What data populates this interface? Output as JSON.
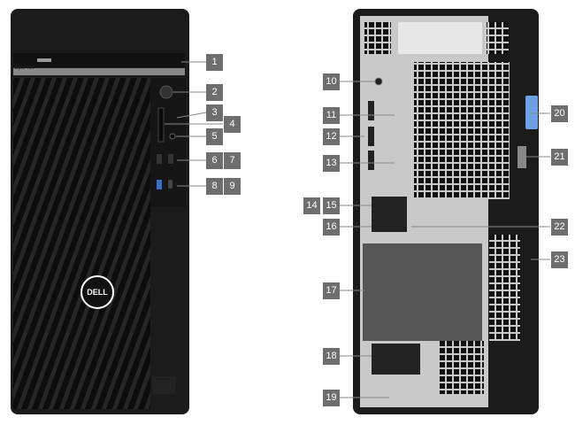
{
  "front": {
    "brand_label": "OptiPlex",
    "logo_text": "DELL"
  },
  "callouts": [
    "1",
    "2",
    "3",
    "4",
    "5",
    "6",
    "7",
    "8",
    "9",
    "10",
    "11",
    "12",
    "13",
    "14",
    "15",
    "16",
    "17",
    "18",
    "19",
    "20",
    "21",
    "22",
    "23"
  ],
  "colors": {
    "chassis": "#1b1b1b",
    "panel": "#c9c9c9",
    "callout": "#6e6e6e",
    "latch": "#6fa0e6"
  }
}
